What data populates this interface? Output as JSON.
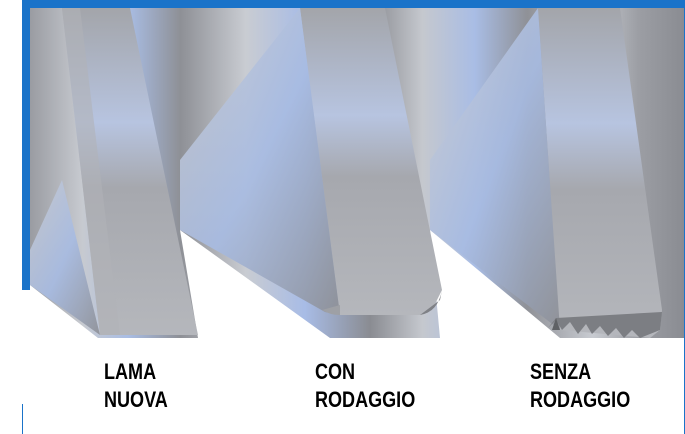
{
  "colors": {
    "frame_blue": "#1a73c9",
    "steel_light": "#d9dbe0",
    "steel_blue": "#aebfe2",
    "steel_dark": "#8a8c90"
  },
  "blades": [
    {
      "line1": "LAMA",
      "line2": "NUOVA"
    },
    {
      "line1": "CON",
      "line2": "RODAGGIO"
    },
    {
      "line1": "SENZA",
      "line2": "RODAGGIO"
    }
  ]
}
